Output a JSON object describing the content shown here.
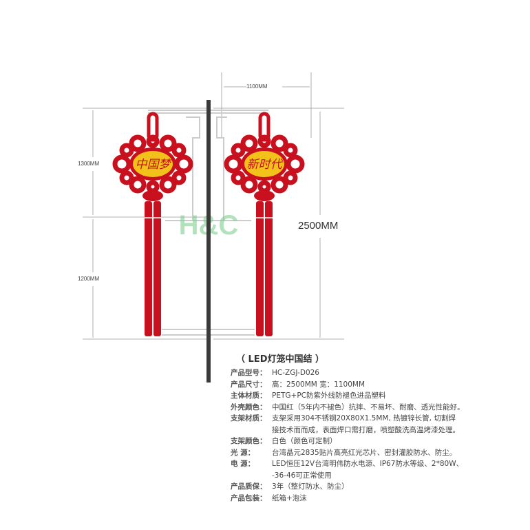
{
  "dimensions": {
    "width_top": "1100MM",
    "upper_height": "1300MM",
    "lower_height": "1200MM",
    "total_height": "2500MM"
  },
  "lanterns": [
    {
      "text": "中国梦"
    },
    {
      "text": "新时代"
    }
  ],
  "watermark_logo": "H&C",
  "product": {
    "title": "（ LED灯笼中国结 ）",
    "specs": [
      {
        "label": "产品型号：",
        "value": "HC-ZGJ-D026"
      },
      {
        "label": "产品尺寸：",
        "value": "高：2500MM  宽：1100MM"
      },
      {
        "label": "主体材质：",
        "value": "PETG+PC防紫外线防褪色进品塑料"
      },
      {
        "label": "外壳颜色：",
        "value": "中国红（5年内不褪色）抗摔、不易坏、耐磨、透光性能好。"
      },
      {
        "label": "支架材质：",
        "value": "支架采用304不锈钢20X80X1.5MM, 热镀锌长管, 切割焊\n接技术而而成，表面焊口需打磨，喷塑酸洗高温烤漆处理。"
      },
      {
        "label": "支架颜色：",
        "value": "白色（颜色可定制）"
      },
      {
        "label": "光      源：",
        "value": "台湾晶元2835贴片高亮红光芯片、密封灌胶防水、防尘。"
      },
      {
        "label": "电      源：",
        "value": "LED恒压12V台湾明伟防水电源、IP67防水等级、2*80W、\n-36-46可正常使用"
      },
      {
        "label": "产品质保：",
        "value": "3年（整灯防水、防尘）"
      },
      {
        "label": "产品包装：",
        "value": "纸箱+泡沫"
      }
    ]
  },
  "colors": {
    "red": "#c8101e",
    "yellow": "#f2c21a",
    "pole": "#3a3a3a"
  }
}
